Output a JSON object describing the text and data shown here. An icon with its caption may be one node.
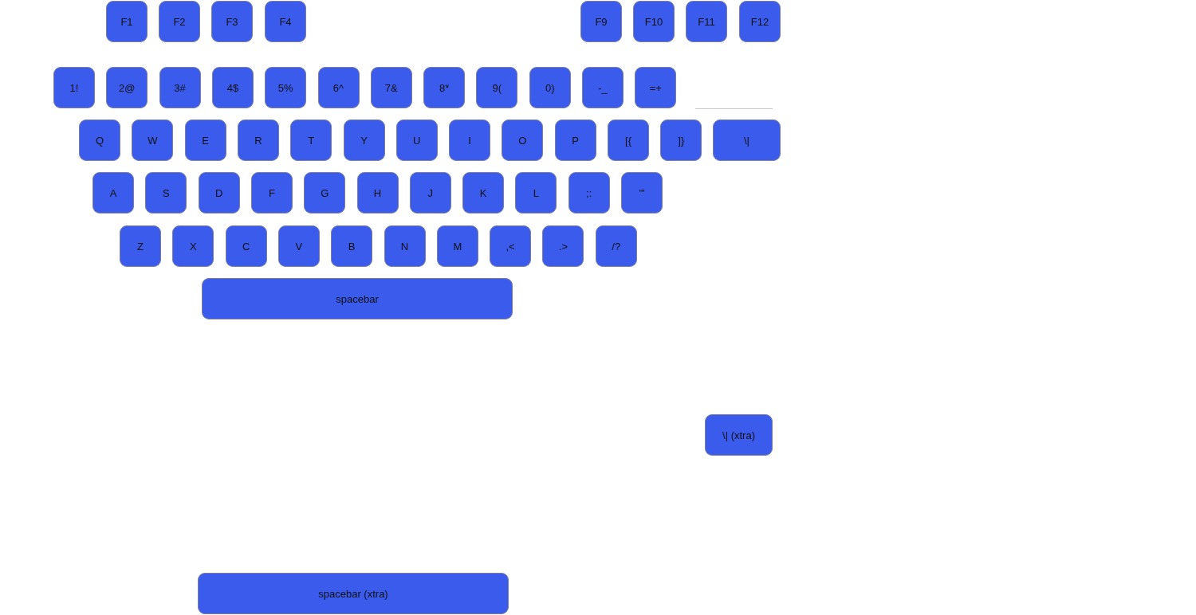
{
  "diagram": {
    "nodes": [
      {
        "text": [
          "F1"
        ]
      },
      {
        "text": [
          "F2"
        ]
      },
      {
        "text": [
          "F3"
        ]
      },
      {
        "text": [
          "F4"
        ]
      },
      {
        "text": [
          "F9"
        ]
      },
      {
        "text": [
          "F10"
        ]
      },
      {
        "text": [
          "F11"
        ]
      },
      {
        "text": [
          "F12"
        ]
      },
      {
        "text": [
          "1!"
        ]
      },
      {
        "text": [
          "2@"
        ]
      },
      {
        "text": [
          "3#"
        ]
      },
      {
        "text": [
          "4$"
        ]
      },
      {
        "text": [
          "5%"
        ]
      },
      {
        "text": [
          "6^"
        ]
      },
      {
        "text": [
          "7&"
        ]
      },
      {
        "text": [
          "8*"
        ]
      },
      {
        "text": [
          "9("
        ]
      },
      {
        "text": [
          "0)"
        ]
      },
      {
        "text": [
          "-_"
        ]
      },
      {
        "text": [
          "=+"
        ]
      },
      {
        "text": [
          "Q"
        ]
      },
      {
        "text": [
          "W"
        ]
      },
      {
        "text": [
          "E"
        ]
      },
      {
        "text": [
          "R"
        ]
      },
      {
        "text": [
          "T"
        ]
      },
      {
        "text": [
          "Y"
        ]
      },
      {
        "text": [
          "U"
        ]
      },
      {
        "text": [
          "I"
        ]
      },
      {
        "text": [
          "O"
        ]
      },
      {
        "text": [
          "P"
        ]
      },
      {
        "text": [
          "[{"
        ]
      },
      {
        "text": [
          "]}"
        ]
      },
      {
        "text": [
          "\\|"
        ]
      },
      {
        "text": [
          "A"
        ]
      },
      {
        "text": [
          "S"
        ]
      },
      {
        "text": [
          "D"
        ]
      },
      {
        "text": [
          "F"
        ]
      },
      {
        "text": [
          "G"
        ]
      },
      {
        "text": [
          "H"
        ]
      },
      {
        "text": [
          "J"
        ]
      },
      {
        "text": [
          "K"
        ]
      },
      {
        "text": [
          "L"
        ]
      },
      {
        "text": [
          ";:"
        ]
      },
      {
        "text": [
          "'\""
        ]
      },
      {
        "text": [
          "Z"
        ]
      },
      {
        "text": [
          "X"
        ]
      },
      {
        "text": [
          "C"
        ]
      },
      {
        "text": [
          "V"
        ]
      },
      {
        "text": [
          "B"
        ]
      },
      {
        "text": [
          "N"
        ]
      },
      {
        "text": [
          "M"
        ]
      },
      {
        "text": [
          ",<"
        ]
      },
      {
        "text": [
          ".>"
        ]
      },
      {
        "text": [
          "/?"
        ]
      },
      {
        "text": [
          "spacebar"
        ]
      },
      {
        "text": [
          "\\| (xtra)"
        ]
      },
      {
        "text": [
          "spacebar (xtra)"
        ]
      }
    ]
  }
}
